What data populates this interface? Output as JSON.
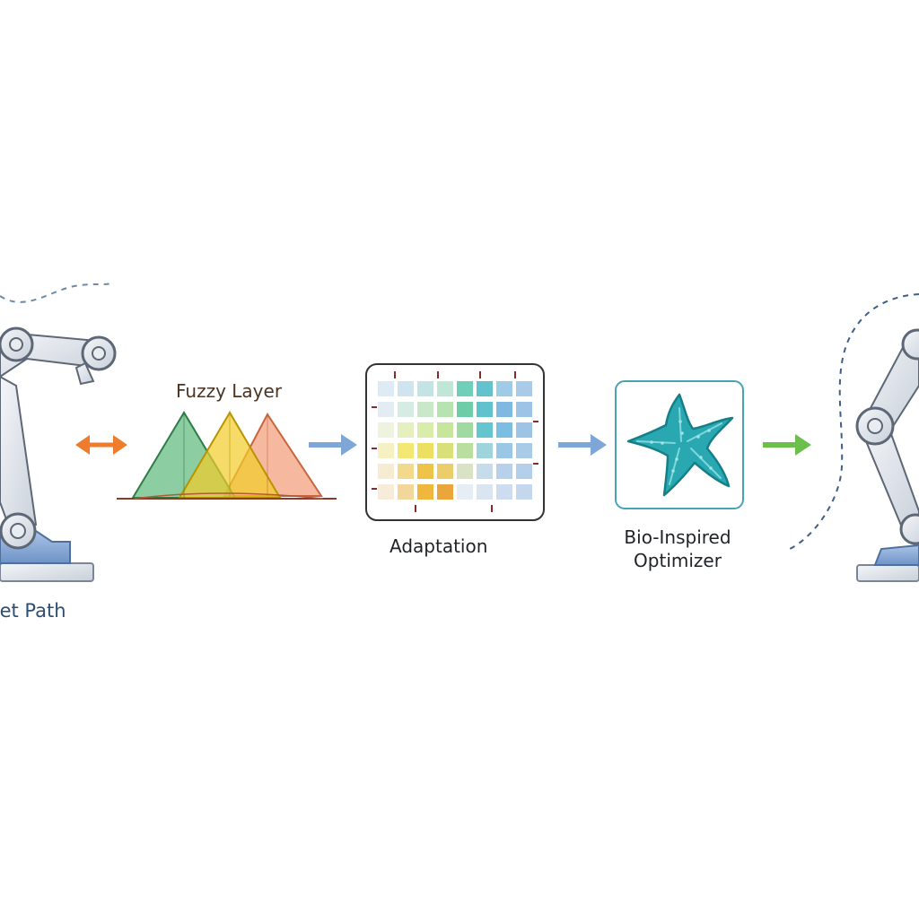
{
  "labels": {
    "fuzzy_layer": "Fuzzy Layer",
    "adaptation": "Adaptation",
    "optimizer_line1": "Bio-Inspired",
    "optimizer_line2": "Optimizer",
    "target_path": "rget Path"
  },
  "icons": {
    "left_robot": "robot-arm-icon",
    "right_robot": "robot-arm-icon",
    "fuzzy": "membership-triangles-icon",
    "adaptation": "adaptation-grid-icon",
    "optimizer": "starfish-icon"
  },
  "colors": {
    "orange_arrow": "#ef7b2d",
    "blue_arrow": "#7ea6d6",
    "green_arrow": "#6cbf4a",
    "triangle_green": "#5cb87a",
    "triangle_yellow": "#f2cc2a",
    "triangle_salmon": "#f3a27f",
    "starfish": "#2aa8b2",
    "optimizer_border": "#4aa3b3",
    "grid_border": "#333333"
  }
}
